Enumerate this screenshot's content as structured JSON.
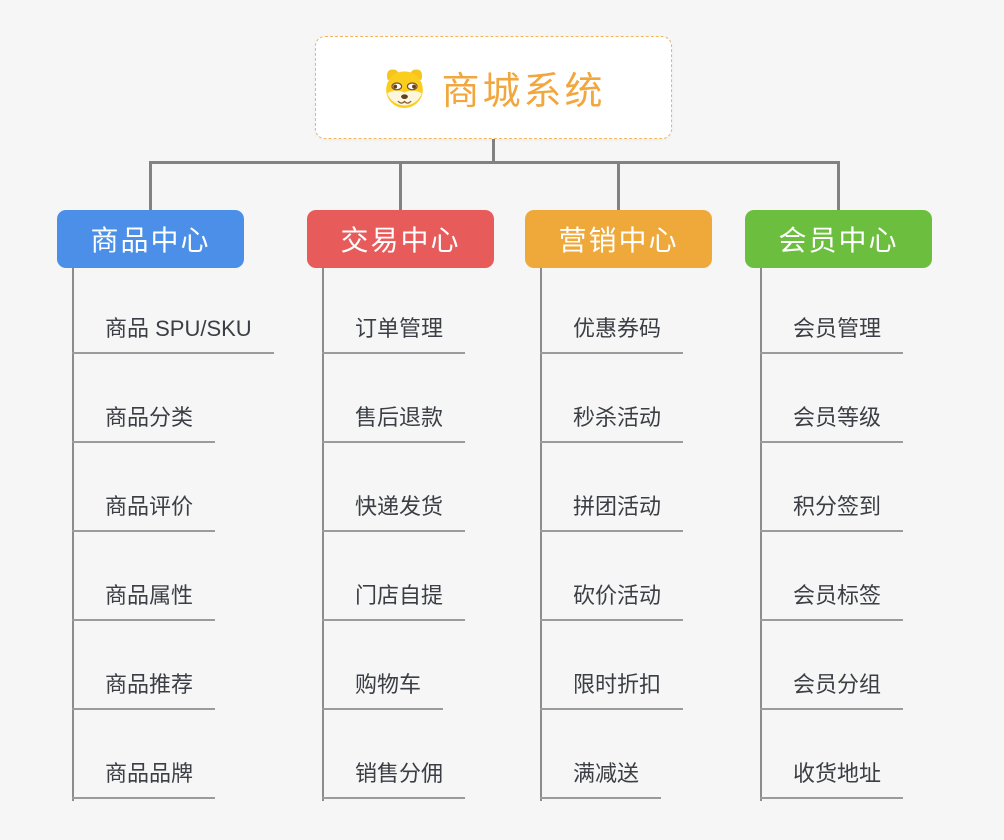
{
  "root": {
    "title": "商城系统",
    "icon": "dog-face-icon",
    "title_color": "#F2A63E",
    "border_color": "#F3B65A"
  },
  "colors": {
    "background": "#F6F6F6",
    "connector": "#828282",
    "leaf_underline": "#9B9B9B",
    "leaf_text": "#3B3E44"
  },
  "branches": [
    {
      "label": "商品中心",
      "color": "#4B8FE8",
      "children": [
        "商品 SPU/SKU",
        "商品分类",
        "商品评价",
        "商品属性",
        "商品推荐",
        "商品品牌"
      ]
    },
    {
      "label": "交易中心",
      "color": "#E85B5B",
      "children": [
        "订单管理",
        "售后退款",
        "快递发货",
        "门店自提",
        "购物车",
        "销售分佣"
      ]
    },
    {
      "label": "营销中心",
      "color": "#EFA93A",
      "children": [
        "优惠券码",
        "秒杀活动",
        "拼团活动",
        "砍价活动",
        "限时折扣",
        "满减送"
      ]
    },
    {
      "label": "会员中心",
      "color": "#6CBF3E",
      "children": [
        "会员管理",
        "会员等级",
        "积分签到",
        "会员标签",
        "会员分组",
        "收货地址"
      ]
    }
  ]
}
